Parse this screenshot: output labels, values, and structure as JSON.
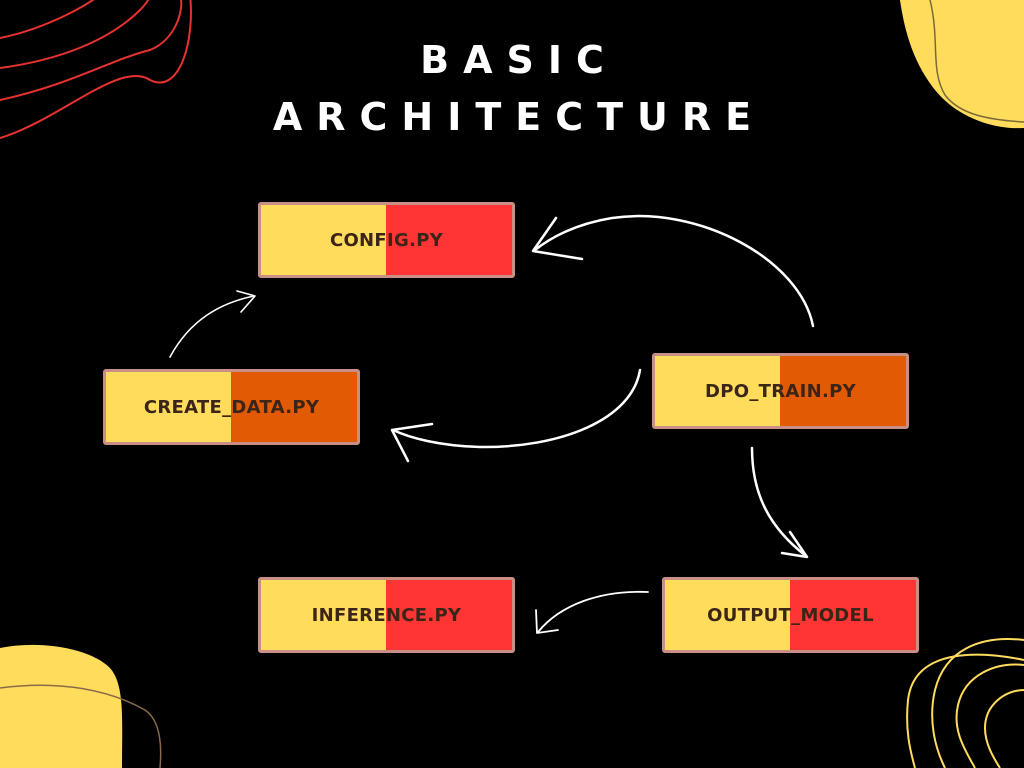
{
  "title": {
    "line1": "BASIC",
    "line2": "ARCHITECTURE"
  },
  "colors": {
    "background": "#000000",
    "yellow": "#ffdc5c",
    "red": "#ff3535",
    "orange": "#e35a05",
    "border": "#c98f86",
    "label": "#3b2418",
    "arrow": "#ffffff",
    "decor_red": "#e8322f",
    "decor_yellow": "#ffdc5c"
  },
  "nodes": {
    "config": {
      "label": "CONFIG.PY",
      "accent": "red"
    },
    "create_data": {
      "label": "CREATE_DATA.PY",
      "accent": "orange"
    },
    "dpo_train": {
      "label": "DPO_TRAIN.PY",
      "accent": "orange"
    },
    "inference": {
      "label": "INFERENCE.PY",
      "accent": "red"
    },
    "output_model": {
      "label": "OUTPUT_MODEL",
      "accent": "red"
    }
  }
}
